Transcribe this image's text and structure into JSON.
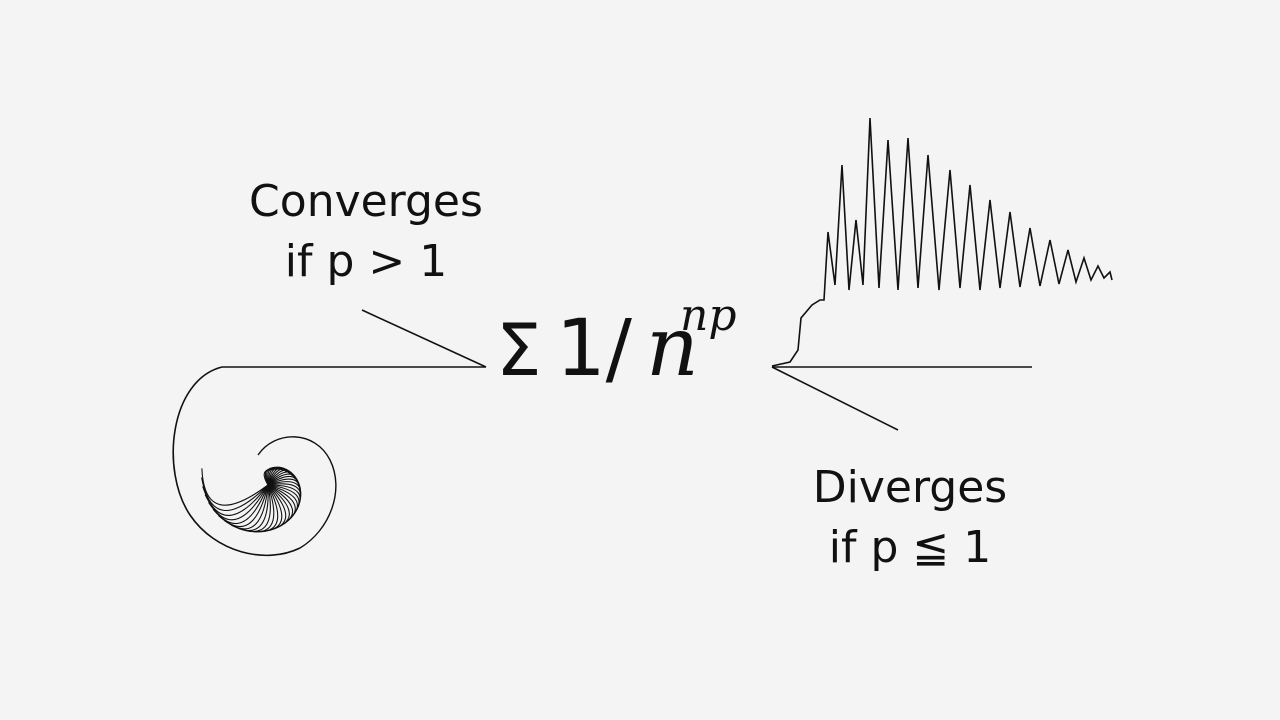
{
  "converges": {
    "line1": "Converges",
    "line2": "if p > 1"
  },
  "diverges": {
    "line1": "Diverges",
    "line2": "if p ≦ 1"
  },
  "formula": {
    "sigma": "Σ",
    "base": "1/",
    "variable": "n",
    "exponent": "np"
  },
  "illustrations": {
    "left": "spiral-icon",
    "right": "oscillating-wave-icon"
  },
  "colors": {
    "background": "#f4f4f4",
    "ink": "#111111"
  }
}
